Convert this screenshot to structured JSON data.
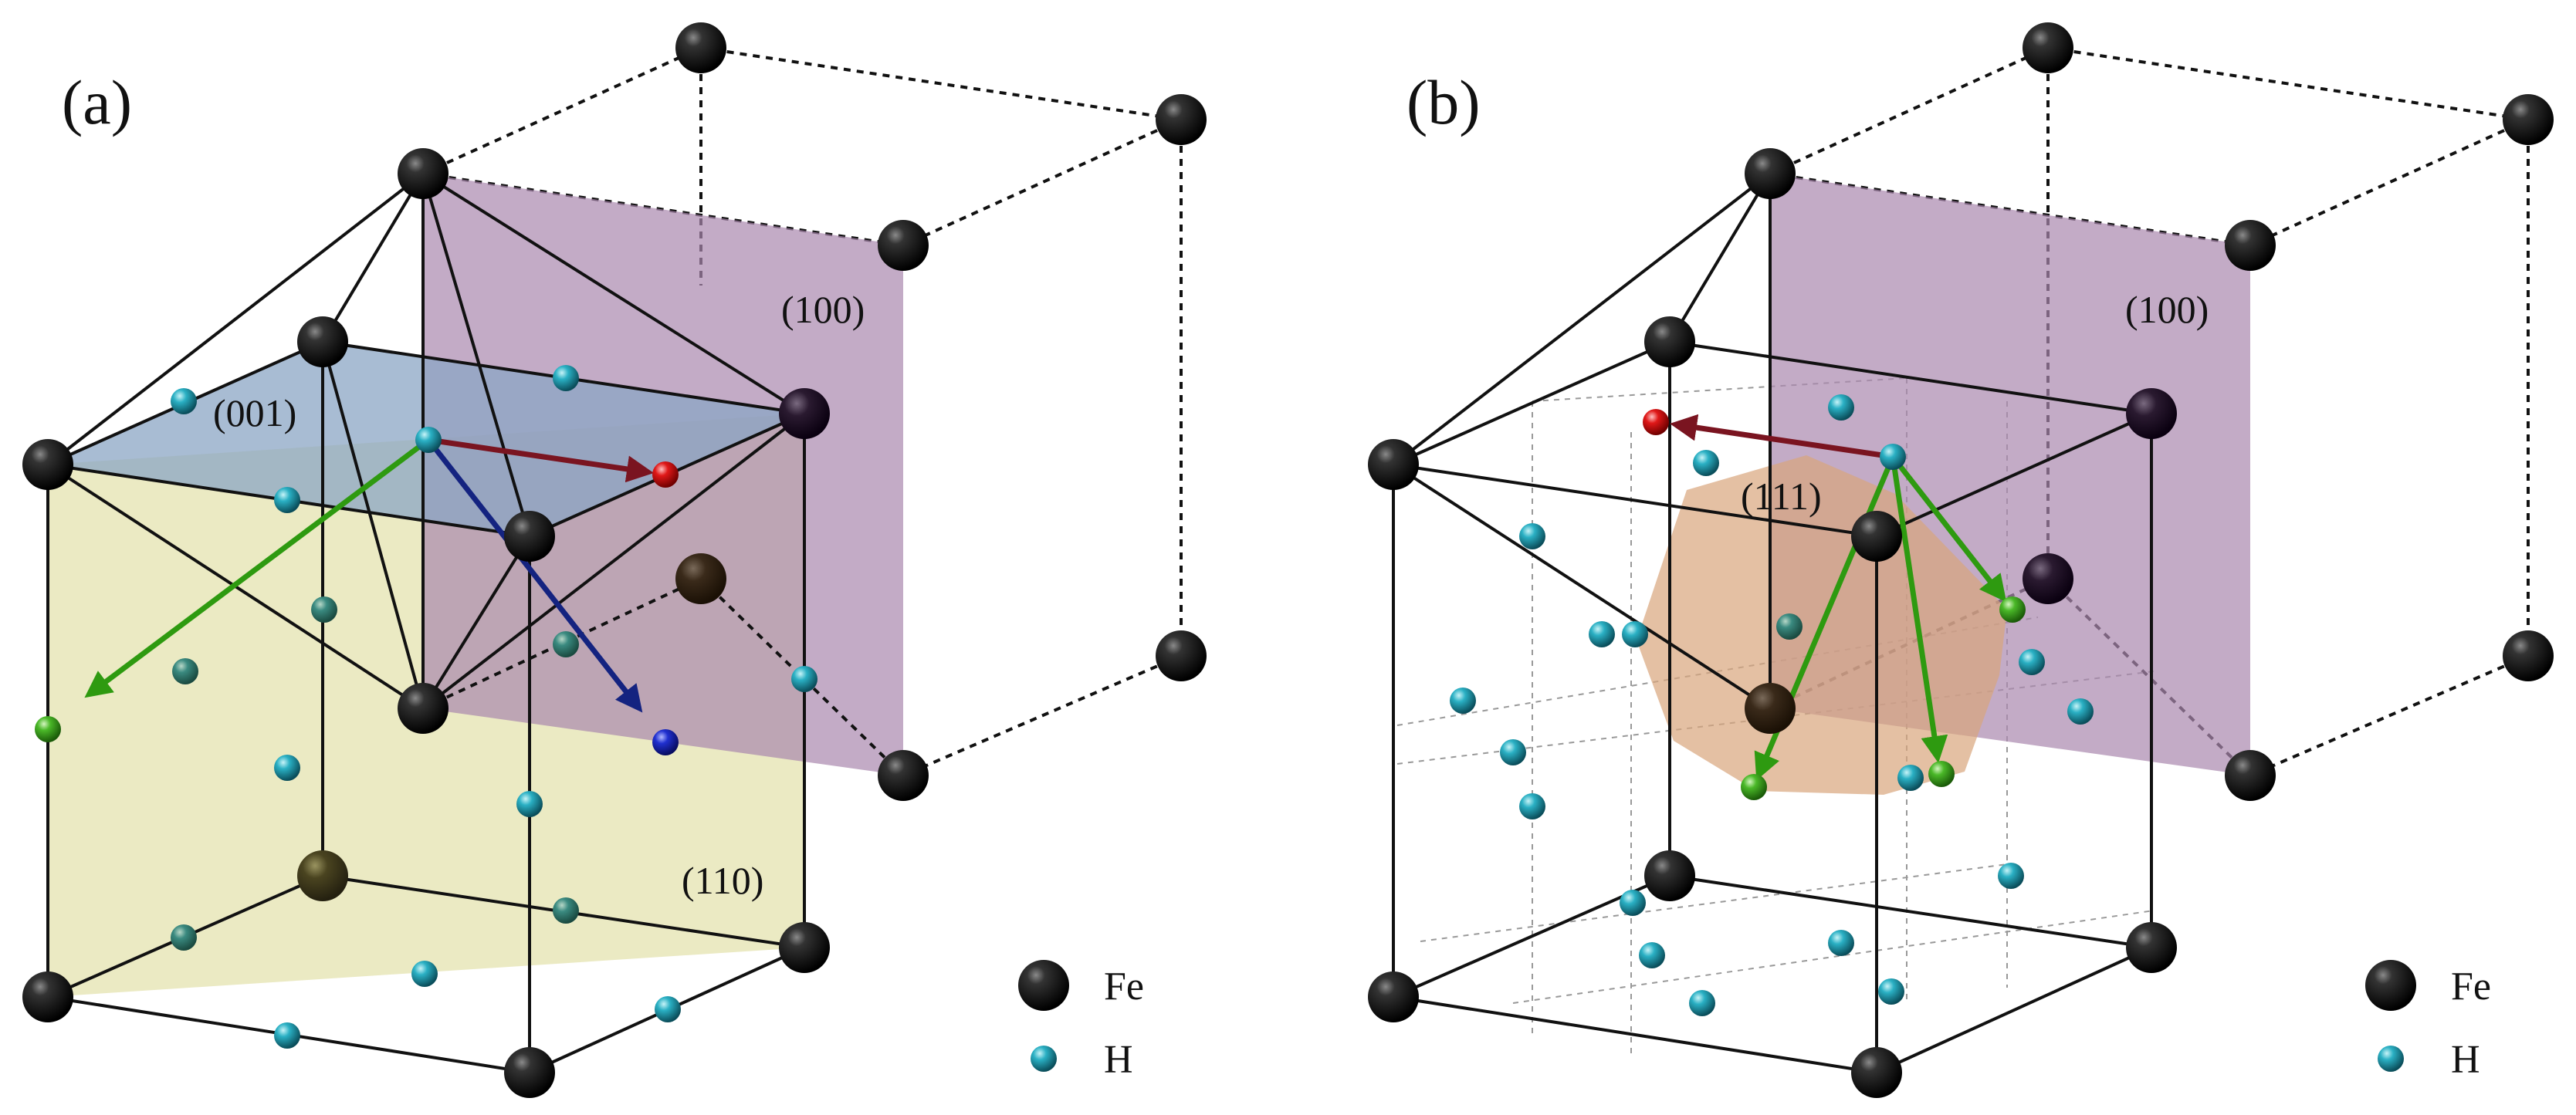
{
  "panels": [
    {
      "label": "(a)",
      "planes": [
        "(001)",
        "(100)",
        "(110)"
      ],
      "legend": {
        "fe": "Fe",
        "h": "H"
      }
    },
    {
      "label": "(b)",
      "planes": [
        "(111)",
        "(100)"
      ],
      "legend": {
        "fe": "Fe",
        "h": "H"
      }
    }
  ],
  "colors": {
    "fe_atom": "#000000",
    "h_atom": "#1aa7b8",
    "plane_001": "#8ba6c4",
    "plane_100": "#b497b8",
    "plane_110": "#e8e6b8",
    "plane_111": "#d9a57c",
    "arrow_red": "#7a1420",
    "arrow_blue": "#142380",
    "arrow_green": "#2e9a10"
  }
}
